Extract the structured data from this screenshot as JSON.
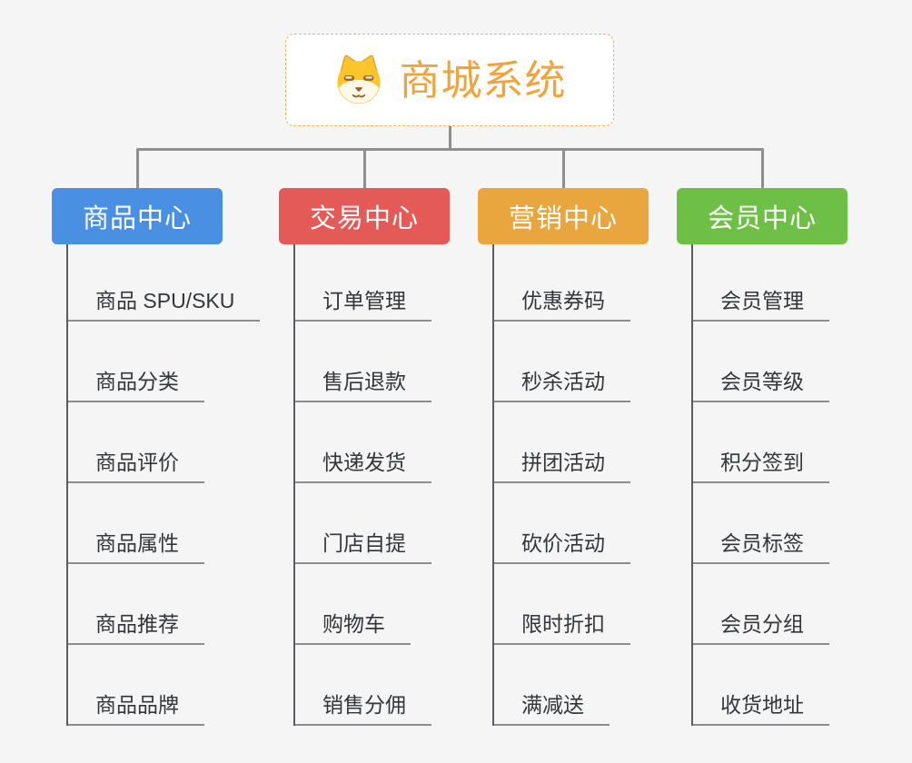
{
  "root": {
    "title": "商城系统",
    "icon": "dog-face-icon",
    "accent_color": "#f0a43c"
  },
  "branches": [
    {
      "label": "商品中心",
      "color": "#4a90e2",
      "children": [
        "商品 SPU/SKU",
        "商品分类",
        "商品评价",
        "商品属性",
        "商品推荐",
        "商品品牌"
      ]
    },
    {
      "label": "交易中心",
      "color": "#e35a56",
      "children": [
        "订单管理",
        "售后退款",
        "快递发货",
        "门店自提",
        "购物车",
        "销售分佣"
      ]
    },
    {
      "label": "营销中心",
      "color": "#e9a63e",
      "children": [
        "优惠券码",
        "秒杀活动",
        "拼团活动",
        "砍价活动",
        "限时折扣",
        "满减送"
      ]
    },
    {
      "label": "会员中心",
      "color": "#6ebf45",
      "children": [
        "会员管理",
        "会员等级",
        "积分签到",
        "会员标签",
        "会员分组",
        "收货地址"
      ]
    }
  ],
  "palette": {
    "background": "#f5f5f5",
    "connector": "#8e8e8e",
    "branch_spine": "#595d61",
    "leaf_underline": "#8b8e91",
    "leaf_text": "#33363a",
    "root_border": "#f2b15c"
  }
}
